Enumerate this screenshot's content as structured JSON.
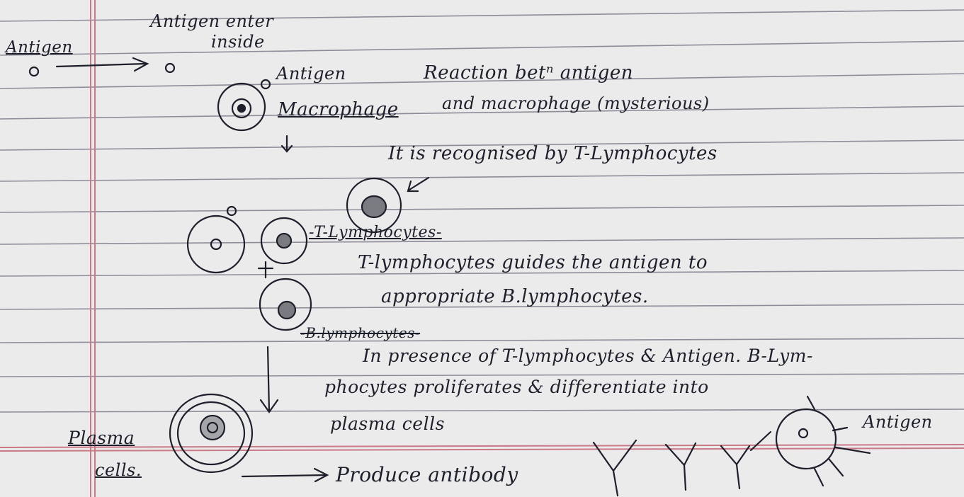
{
  "notes": {
    "antigen_left": "Antigen",
    "antigen_enter_line1": "Antigen enter",
    "antigen_enter_line2": "inside",
    "antigen_label": "Antigen",
    "macrophage_label": "Macrophage",
    "reaction_line1": "Reaction betⁿ antigen",
    "reaction_line2": "and macrophage (mysterious)",
    "recognised": "It is recognised by T-Lymphocytes",
    "t_lymphocytes_heading": "-T-Lymphocytes-",
    "t_guides_line1": "T-lymphocytes guides the antigen to",
    "t_guides_line2": "appropriate B.lymphocytes.",
    "b_lymphocytes_heading": "-B.lymphocytes-",
    "presence_line1": "In presence of T-lymphocytes & Antigen. B-Lym-",
    "presence_line2": "phocytes proliferates & differentiate into",
    "presence_line3": "plasma cells",
    "plasma_line1": "Plasma",
    "plasma_line2": "cells.",
    "produce_antibody": "Produce antibody",
    "antigen_right": "Antigen"
  },
  "colors": {
    "paper": "#ecebec",
    "ruled_line": "#8e8c98",
    "margin_line": "#c97a86",
    "ink": "#1d1f2b",
    "cell_fill": "#7a7b80"
  }
}
